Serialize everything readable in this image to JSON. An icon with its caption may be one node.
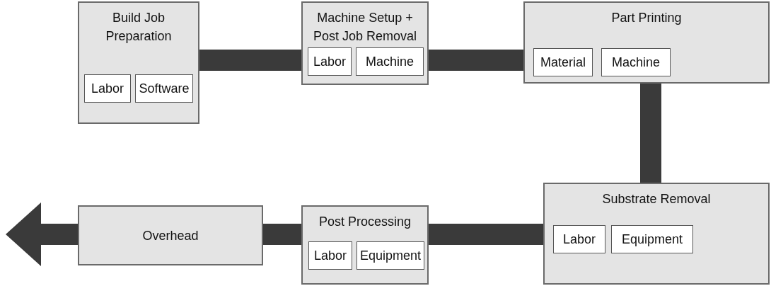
{
  "diagram": {
    "nodes": [
      {
        "text": [
          "Build Job Preparation"
        ]
      },
      {
        "text": [
          "Labor"
        ],
        "in": 0
      },
      {
        "text": [
          "Software"
        ],
        "in": 0
      },
      {
        "text": [
          "Machine Setup + Post Job Removal"
        ]
      },
      {
        "text": [
          "Labor"
        ],
        "in": 3
      },
      {
        "text": [
          "Machine"
        ],
        "in": 3
      },
      {
        "text": [
          "Part Printing"
        ]
      },
      {
        "text": [
          "Material"
        ],
        "in": 6
      },
      {
        "text": [
          "Machine"
        ],
        "in": 6
      },
      {
        "text": [
          "Substrate Removal"
        ]
      },
      {
        "text": [
          "Labor"
        ],
        "in": 9
      },
      {
        "text": [
          "Equipment"
        ],
        "in": 9
      },
      {
        "text": [
          "Post Processing"
        ]
      },
      {
        "text": [
          "Labor"
        ],
        "in": 12
      },
      {
        "text": [
          "Equipment"
        ],
        "in": 12
      },
      {
        "text": [
          "Overhead"
        ]
      }
    ],
    "edges": [
      {
        "from": 0,
        "to": 3,
        "arrow": "none"
      },
      {
        "from": 3,
        "to": 6,
        "arrow": "none"
      },
      {
        "from": 6,
        "to": 9,
        "arrow": "none"
      },
      {
        "from": 9,
        "to": 12,
        "arrow": "none"
      },
      {
        "from": 12,
        "to": 15,
        "arrow": "none"
      },
      {
        "from": 15,
        "to": null,
        "arrow": "to"
      }
    ]
  }
}
